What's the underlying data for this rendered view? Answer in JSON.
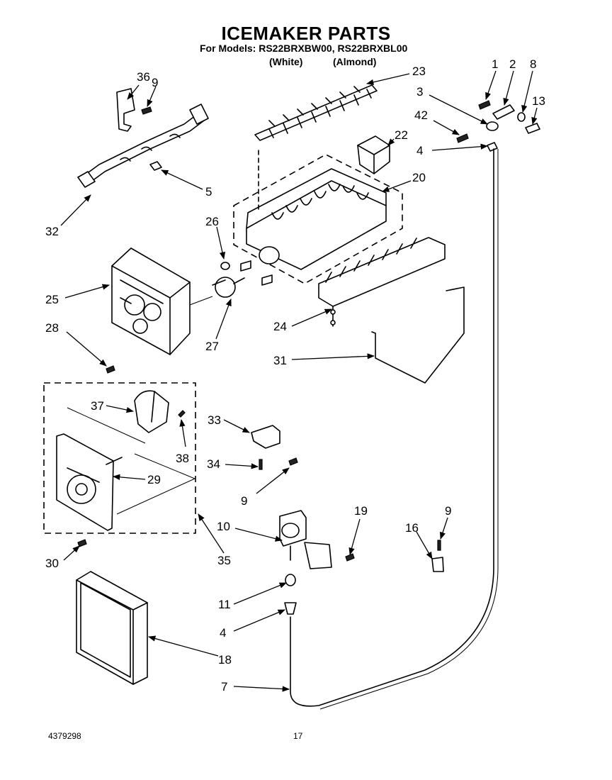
{
  "header": {
    "title": "ICEMAKER PARTS",
    "models_line": "For Models: RS22BRXBW00, RS22BRXBL00",
    "variant_white": "(White)",
    "variant_almond": "(Almond)"
  },
  "footer": {
    "doc_number": "4379298",
    "page_number": "17"
  },
  "callouts": {
    "c1": "1",
    "c2": "2",
    "c3": "3",
    "c4a": "4",
    "c4b": "4",
    "c5": "5",
    "c7": "7",
    "c8": "8",
    "c9a": "9",
    "c9b": "9",
    "c9c": "9",
    "c10": "10",
    "c11": "11",
    "c13": "13",
    "c16": "16",
    "c18": "18",
    "c19": "19",
    "c20": "20",
    "c22": "22",
    "c23": "23",
    "c24": "24",
    "c25": "25",
    "c26": "26",
    "c27": "27",
    "c28": "28",
    "c29": "29",
    "c30": "30",
    "c31": "31",
    "c32": "32",
    "c33": "33",
    "c34": "34",
    "c35": "35",
    "c36": "36",
    "c37": "37",
    "c38": "38",
    "c42": "42"
  }
}
